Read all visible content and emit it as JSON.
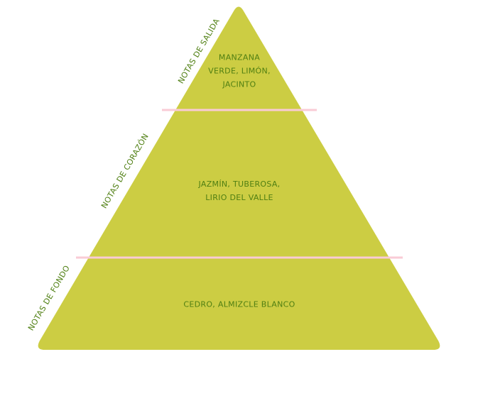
{
  "colors": {
    "pyramid": "#cccd43",
    "divider": "#f9cbd6",
    "text": "#4f7f12"
  },
  "tiers": [
    {
      "side_label": "NOTAS DE SALIDA",
      "lines": [
        "MANZANA",
        "VERDE, LIMÓN,",
        "JACINTO"
      ]
    },
    {
      "side_label": "NOTAS DE CORAZÓN",
      "lines": [
        "JAZMÍN, TUBEROSA,",
        "LIRIO DEL VALLE"
      ]
    },
    {
      "side_label": "NOTAS DE FONDO",
      "lines": [
        "CEDRO, ALMIZCLE BLANCO"
      ]
    }
  ]
}
